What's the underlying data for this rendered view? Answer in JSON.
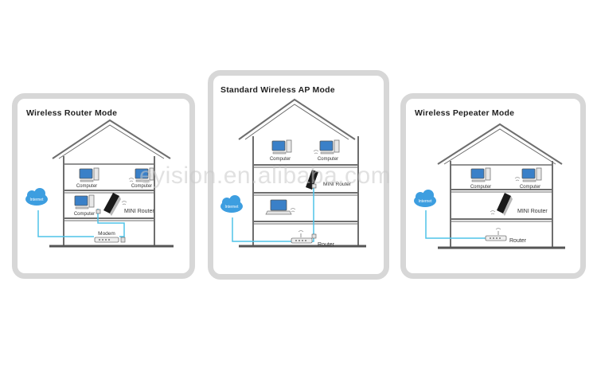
{
  "panels": [
    {
      "title": "Wireless Router Mode",
      "labels": {
        "computer_top_left": "Computer",
        "computer_top_right": "Computer",
        "computer_mid": "Computer",
        "mini_router": "MINI Router",
        "modem": "Modem",
        "internet": "Internet"
      }
    },
    {
      "title": "Standard Wireless  AP  Mode",
      "labels": {
        "computer_left": "Computer",
        "computer_right": "Computer",
        "mini_router": "MINI Router",
        "router": "Router",
        "internet": "Internet"
      }
    },
    {
      "title": "Wireless  Pepeater  Mode",
      "labels": {
        "computer_left": "Computer",
        "computer_right": "Computer",
        "mini_router": "MINI Router",
        "router": "Router",
        "internet": "Internet"
      }
    }
  ],
  "watermark": "eyision.en.alibaba.com",
  "colors": {
    "frame": "#d7d7d7",
    "cable": "#4fc3e8",
    "cloud": "#3d9ee0",
    "house": "#6e6e6e",
    "screen": "#3a80c8"
  }
}
